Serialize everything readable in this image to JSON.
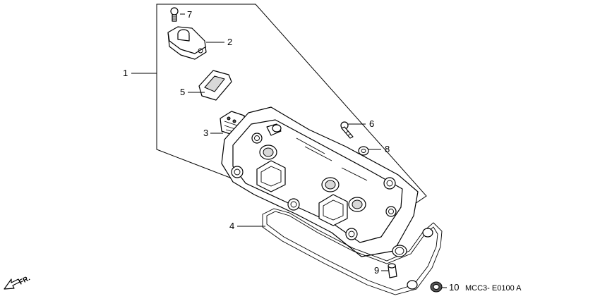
{
  "diagram": {
    "callouts": [
      {
        "id": "c1",
        "text": "1"
      },
      {
        "id": "c2",
        "text": "2"
      },
      {
        "id": "c3",
        "text": "3"
      },
      {
        "id": "c4",
        "text": "4"
      },
      {
        "id": "c5",
        "text": "5"
      },
      {
        "id": "c6",
        "text": "6"
      },
      {
        "id": "c7",
        "text": "7"
      },
      {
        "id": "c8",
        "text": "8"
      },
      {
        "id": "c9",
        "text": "9"
      },
      {
        "id": "c10",
        "text": "10"
      }
    ],
    "reference_code": "MCC3- E0100 A",
    "direction_label": "FR."
  }
}
